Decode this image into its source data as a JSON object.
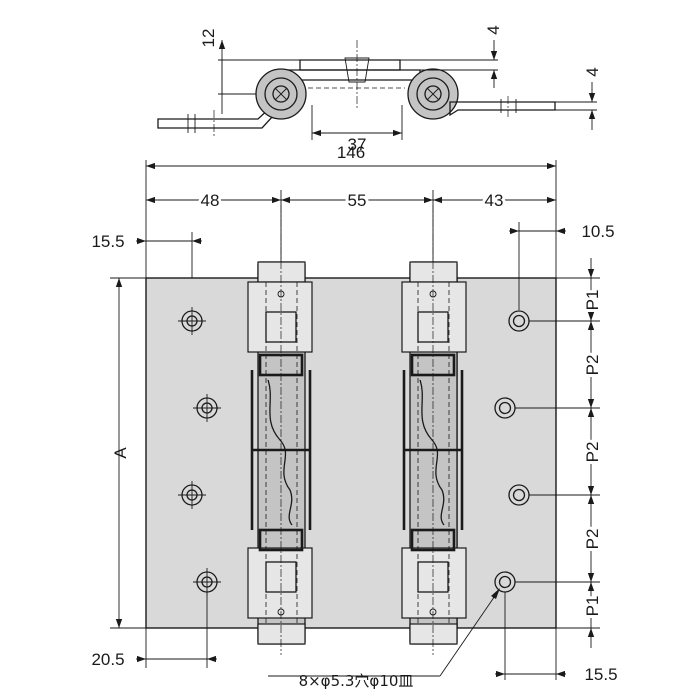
{
  "dimensions": {
    "overall_width": "146",
    "left_leaf": "48",
    "center_leaf": "55",
    "right_leaf": "43",
    "left_hole_offset": "15.5",
    "right_top_offset": "10.5",
    "left_bottom_offset": "20.5",
    "right_bottom_offset": "15.5",
    "height_label": "A",
    "pitch_end_top": "P1",
    "pitch_1": "P2",
    "pitch_2": "P2",
    "pitch_3": "P2",
    "pitch_end_bottom": "P1",
    "side_height": "12",
    "side_thickness_top": "4",
    "side_thickness_right": "4",
    "knuckle_spacing": "37"
  },
  "notes": {
    "hole_spec": "8×φ5.3穴φ10皿"
  }
}
